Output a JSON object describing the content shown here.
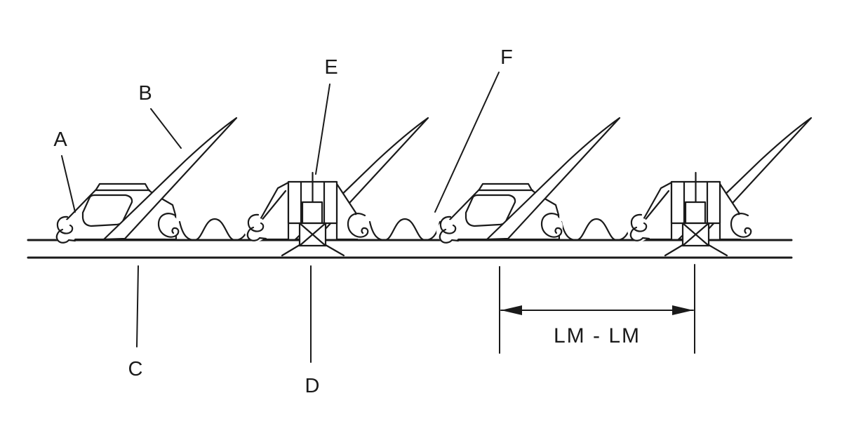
{
  "diagram": {
    "background_color": "#ffffff",
    "line_color": "#1a1a1a",
    "callouts": [
      {
        "id": "a",
        "label": "A"
      },
      {
        "id": "b",
        "label": "B"
      },
      {
        "id": "c",
        "label": "C"
      },
      {
        "id": "d",
        "label": "D"
      },
      {
        "id": "e",
        "label": "E"
      },
      {
        "id": "f",
        "label": "F"
      }
    ],
    "dimension_label": "LM - LM"
  }
}
